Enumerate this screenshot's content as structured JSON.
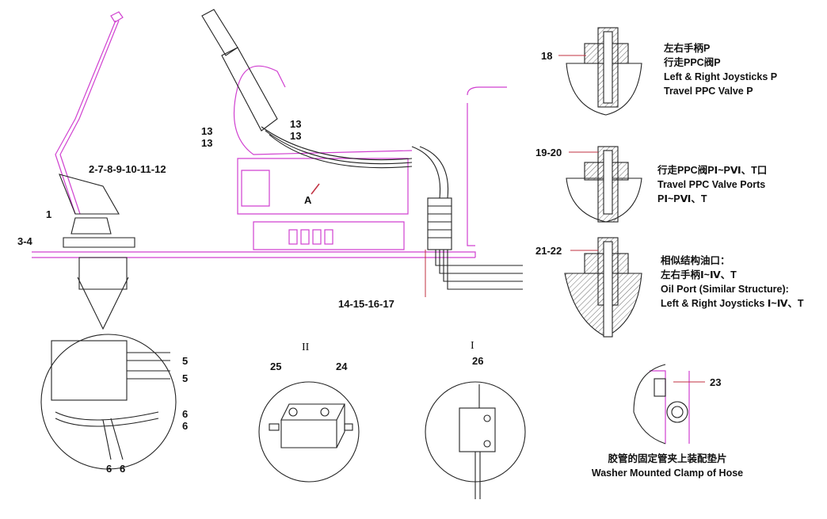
{
  "colors": {
    "drawing": "#222222",
    "accent": "#d040d0",
    "leader": "#c03040"
  },
  "callouts": {
    "c1": "1",
    "c2": "2-7-8-9-10-11-12",
    "c3": "3-4",
    "c13a": "13",
    "c13b": "13",
    "c13c": "13",
    "c13d": "13",
    "cA": "A",
    "c14": "14-15-16-17",
    "c5a": "5",
    "c5b": "5",
    "c6a": "6",
    "c6b": "6",
    "c6c": "6",
    "c6d": "6",
    "romanII": "II",
    "c25": "25",
    "c24": "24",
    "romanI": "I",
    "c26": "26",
    "c18": "18",
    "c19": "19-20",
    "c21": "21-22",
    "c23": "23"
  },
  "notes": {
    "n18": [
      "左右手柄P",
      "行走PPC阀P",
      "Left & Right Joysticks P",
      "Travel PPC Valve P"
    ],
    "n19": [
      "行走PPC阀PⅠ~PⅥ、T口",
      "Travel PPC Valve Ports",
      "PⅠ~PⅥ、T"
    ],
    "n21": [
      "相似结构油口：",
      "左右手柄Ⅰ~Ⅳ、T",
      "Oil Port (Similar Structure):",
      "Left & Right Joysticks Ⅰ~Ⅳ、T"
    ],
    "n23": [
      "胶管的固定管夹上装配垫片",
      "Washer Mounted Clamp of Hose"
    ]
  }
}
